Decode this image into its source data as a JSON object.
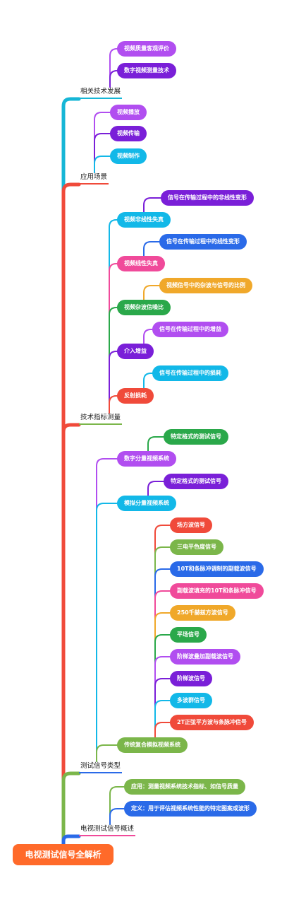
{
  "root": {
    "label": "电视测试信号全解析",
    "color": "#ff6a2a"
  },
  "categories": [
    {
      "id": "c1",
      "label": "相关技术发展",
      "color": "#16b6d6",
      "trunk": "#16b6d6",
      "children": [
        {
          "label": "视频质量客观评价",
          "color": "#b14ef0"
        },
        {
          "label": "数字视频测量技术",
          "color": "#7a1fd8"
        }
      ]
    },
    {
      "id": "c2",
      "label": "应用场景",
      "color": "#f04a3a",
      "trunk": "#f04a3a",
      "children": [
        {
          "label": "视频播放",
          "color": "#b14ef0"
        },
        {
          "label": "视频传输",
          "color": "#7a1fd8"
        },
        {
          "label": "视频制作",
          "color": "#12b8e8"
        }
      ]
    },
    {
      "id": "c3",
      "label": "技术指标测量",
      "color": "#7bb64a",
      "trunk": "#f04a3a",
      "children": [
        {
          "label": "视频非线性失真",
          "color": "#12b8e8",
          "leaf": {
            "label": "信号在传输过程中的非线性变形",
            "color": "#7a1fd8"
          }
        },
        {
          "label": "视频线性失真",
          "color": "#f04a9a",
          "leaf": {
            "label": "信号在传输过程中的线性变形",
            "color": "#2a6ae8"
          }
        },
        {
          "label": "视频杂波信噪比",
          "color": "#2aa84a",
          "leaf": {
            "label": "视频信号中的杂波与信号的比例",
            "color": "#f0a82a"
          }
        },
        {
          "label": "介入增益",
          "color": "#7a1fd8",
          "leaf": {
            "label": "信号在传输过程中的增益",
            "color": "#b14ef0"
          }
        },
        {
          "label": "反射损耗",
          "color": "#f04a3a",
          "leaf": {
            "label": "信号在传输过程中的损耗",
            "color": "#12b8e8"
          }
        }
      ]
    },
    {
      "id": "c4",
      "label": "测试信号类型",
      "color": "#2a6ae8",
      "trunk": "#7bb64a",
      "children": [
        {
          "label": "数字分量视频系统",
          "color": "#b14ef0",
          "leaf": {
            "label": "特定格式的测试信号",
            "color": "#2aa84a"
          }
        },
        {
          "label": "模拟分量视频系统",
          "color": "#12b8e8",
          "leaf": {
            "label": "特定格式的测试信号",
            "color": "#7a1fd8"
          }
        },
        {
          "label": "传统复合模拟视频系统",
          "color": "#7bb64a",
          "leaves": [
            {
              "label": "场方波信号",
              "color": "#f04a3a"
            },
            {
              "label": "三电平色度信号",
              "color": "#7bb64a"
            },
            {
              "label": "10T和条脉冲调制的副载波信号",
              "color": "#2a6ae8"
            },
            {
              "label": "副载波填充的10T和条脉冲信号",
              "color": "#f04a9a"
            },
            {
              "label": "250千赫兹方波信号",
              "color": "#f0a82a"
            },
            {
              "label": "平场信号",
              "color": "#2aa84a"
            },
            {
              "label": "阶梯波叠加副载波信号",
              "color": "#b14ef0"
            },
            {
              "label": "阶梯波信号",
              "color": "#7a1fd8"
            },
            {
              "label": "多波群信号",
              "color": "#12b8e8"
            },
            {
              "label": "2T正弦平方波与条脉冲信号",
              "color": "#f04a3a"
            }
          ]
        }
      ]
    },
    {
      "id": "c5",
      "label": "电视测试信号概述",
      "color": "#f04a9a",
      "trunk": "#2a6ae8",
      "children": [
        {
          "label": "应用：测量视频系统技术指标、如信号质量",
          "color": "#7bb64a"
        },
        {
          "label": "定义：用于评估视频系统性能的特定图案或波形",
          "color": "#2a6ae8"
        }
      ]
    }
  ]
}
